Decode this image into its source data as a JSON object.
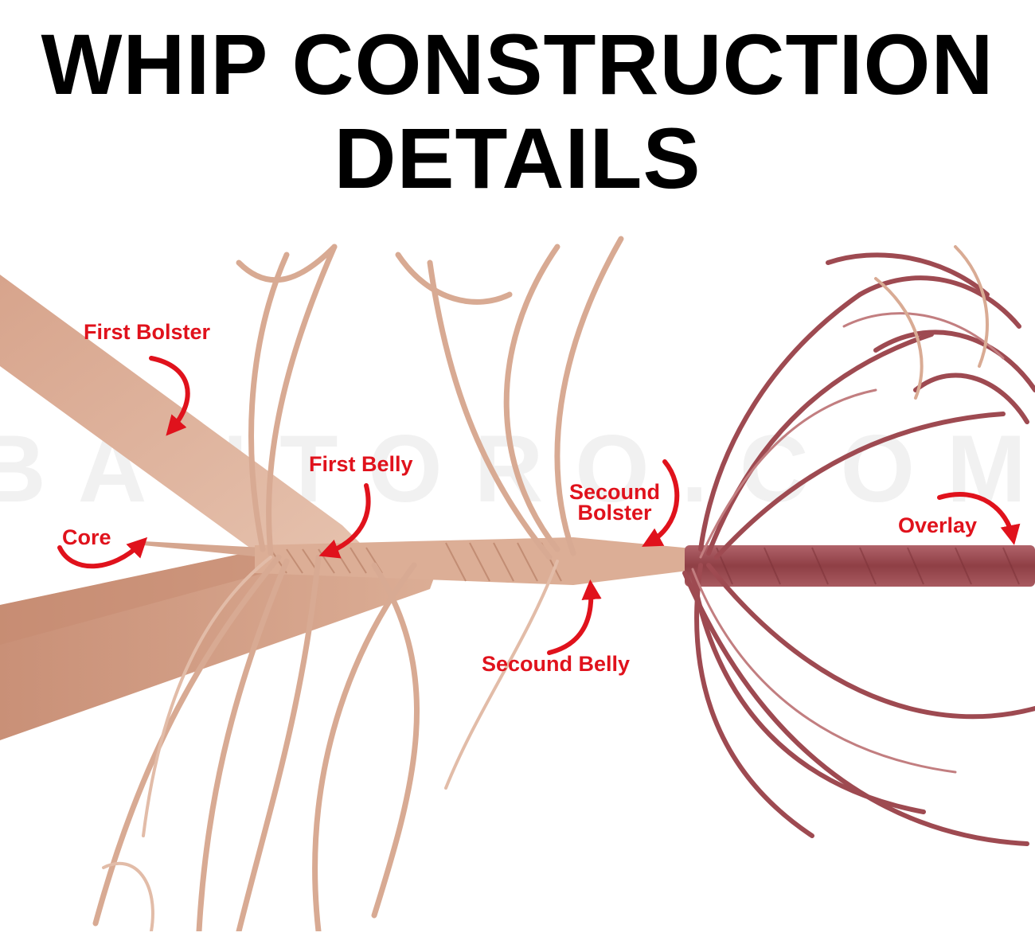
{
  "title": {
    "line1": "WHIP CONSTRUCTION",
    "line2": "DETAILS"
  },
  "watermark": "BANTORO.COM",
  "labels": {
    "first_bolster": "First Bolster",
    "first_belly": "First Belly",
    "core": "Core",
    "second_bolster_line1": "Secound",
    "second_bolster_line2": "Bolster",
    "overlay": "Overlay",
    "second_belly": "Secound Belly"
  },
  "colors": {
    "annotation": "#e0121c",
    "rawhide": "#d9ab94",
    "rawhide_dark": "#c48c72",
    "overlay": "#9a4a4e"
  }
}
